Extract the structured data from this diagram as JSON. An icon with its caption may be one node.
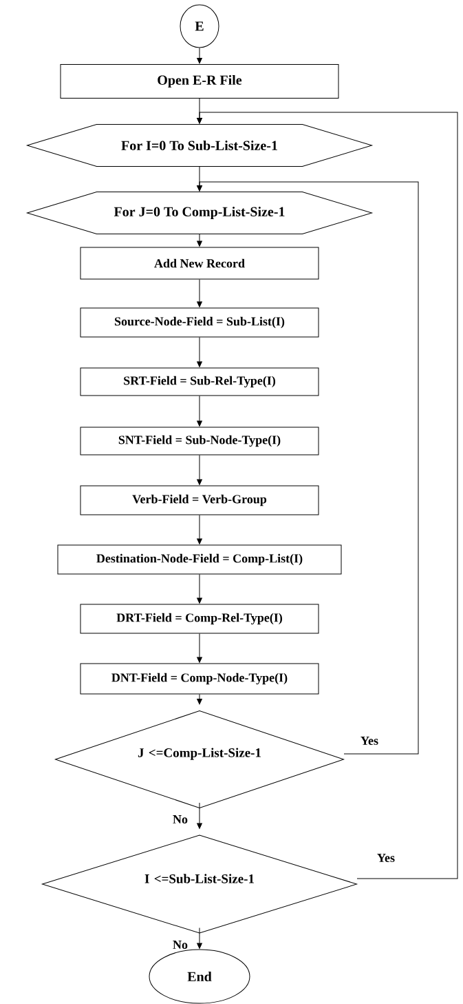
{
  "diagram": {
    "nodes": [
      {
        "text": [
          "E"
        ]
      },
      {
        "text": [
          "Open E-R File"
        ]
      },
      {
        "text": [
          "For I=0 To Sub-List-Size-1"
        ]
      },
      {
        "text": [
          "For J=0 To Comp-List-Size-1"
        ]
      },
      {
        "text": [
          "Add New Record"
        ]
      },
      {
        "text": [
          "Source-Node-Field = Sub-List(I)"
        ]
      },
      {
        "text": [
          "SRT-Field = Sub-Rel-Type(I)"
        ]
      },
      {
        "text": [
          "SNT-Field = Sub-Node-Type(I)"
        ]
      },
      {
        "text": [
          "Verb-Field = Verb-Group"
        ]
      },
      {
        "text": [
          "Destination-Node-Field = Comp-List(I)"
        ]
      },
      {
        "text": [
          "DRT-Field = Comp-Rel-Type(I)"
        ]
      },
      {
        "text": [
          "DNT-Field = Comp-Node-Type(I)"
        ]
      },
      {
        "text": [
          "J <=Comp-List-Size-1"
        ]
      },
      {
        "text": [
          "I <=Sub-List-Size-1"
        ]
      },
      {
        "text": [
          "End"
        ]
      }
    ],
    "edges": [
      {
        "from": 0,
        "to": 1,
        "arrow": "to"
      },
      {
        "from": 1,
        "to": 2,
        "arrow": "to"
      },
      {
        "from": 2,
        "to": 3,
        "arrow": "to"
      },
      {
        "from": 3,
        "to": 4,
        "arrow": "to"
      },
      {
        "from": 4,
        "to": 5,
        "arrow": "to"
      },
      {
        "from": 5,
        "to": 6,
        "arrow": "to"
      },
      {
        "from": 6,
        "to": 7,
        "arrow": "to"
      },
      {
        "from": 7,
        "to": 8,
        "arrow": "to"
      },
      {
        "from": 8,
        "to": 9,
        "arrow": "to"
      },
      {
        "from": 9,
        "to": 10,
        "arrow": "to"
      },
      {
        "from": 10,
        "to": 11,
        "arrow": "to"
      },
      {
        "from": 11,
        "to": 12,
        "arrow": "to"
      },
      {
        "from": 12,
        "to": 3,
        "arrow": "to",
        "label": "Yes"
      },
      {
        "from": 12,
        "to": 13,
        "arrow": "to",
        "label": "No"
      },
      {
        "from": 13,
        "to": 2,
        "arrow": "to",
        "label": "Yes"
      },
      {
        "from": 13,
        "to": 14,
        "arrow": "to",
        "label": "No"
      }
    ]
  }
}
